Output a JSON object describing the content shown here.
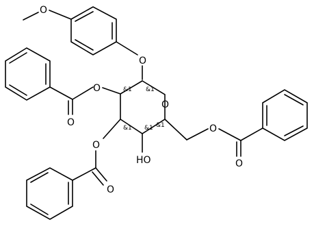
{
  "diagram": {
    "type": "skeletal-structure",
    "background": "#ffffff",
    "line_color": "#000000",
    "atom_labels": {
      "methoxy_O": "O",
      "ether_O": "O",
      "ring_O": "O",
      "ester_O_C2": "O",
      "carbonyl_O_C2": "O",
      "ester_O_C3": "O",
      "carbonyl_O_C3": "O",
      "ester_O_C6": "O",
      "carbonyl_O_C6": "O",
      "hydroxyl": "HO"
    },
    "stereo_labels": {
      "c1": "&1",
      "c2": "&1",
      "c3": "&1",
      "c4": "&1",
      "c5": "&1"
    }
  }
}
